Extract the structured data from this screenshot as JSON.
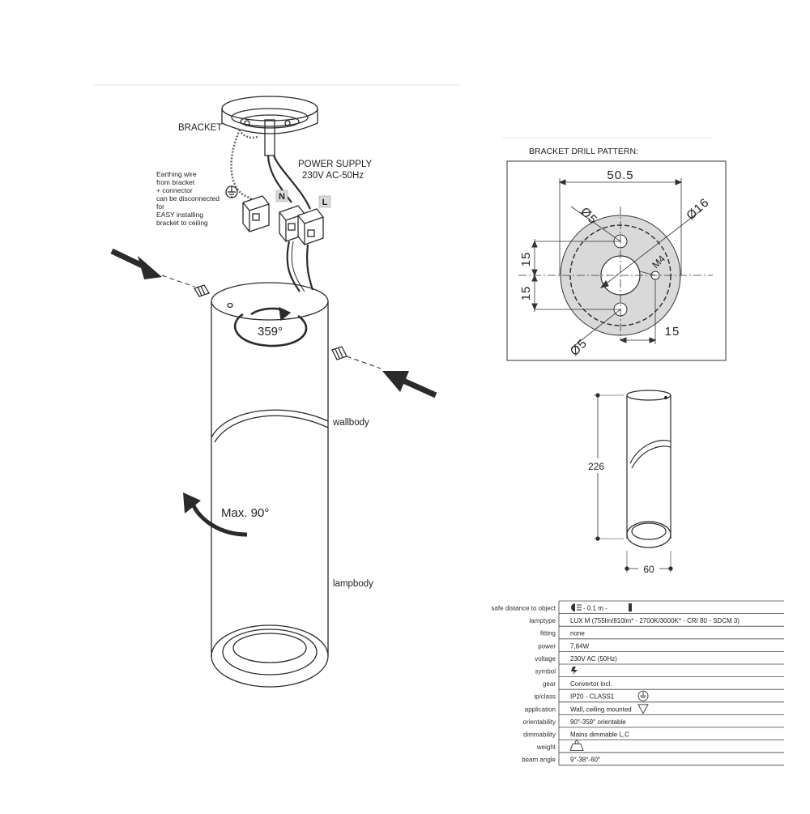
{
  "assembly": {
    "bracket_label": "BRACKET",
    "power_supply_line1": "POWER SUPPLY",
    "power_supply_line2": "230V AC-50Hz",
    "earthing_note": [
      "Earthing wire",
      "from bracket",
      "+ connector",
      "can be disconnected",
      "for",
      "EASY installing",
      "bracket to ceiling"
    ],
    "neutral_tag": "N",
    "live_tag": "L",
    "rotation_label": "359°",
    "tilt_label": "Max. 90°",
    "wallbody_label": "wallbody",
    "lampbody_label": "lampbody"
  },
  "drill_pattern": {
    "title": "BRACKET DRILL PATTERN:",
    "dim_width": "50.5",
    "dim_hole_top": "Ø5",
    "dim_hole_bottom": "Ø5",
    "dim_center": "Ø16",
    "dim_thread": "M4",
    "dim_upper": "15",
    "dim_lower": "15",
    "dim_right": "15"
  },
  "product_dims": {
    "height": "226",
    "diameter": "60"
  },
  "specs": {
    "rows": [
      {
        "key": "safe distance to object",
        "value": " - 0.1 m - ",
        "icon": "safe-distance-icon"
      },
      {
        "key": "lamptype",
        "value": "LUX M (755lm/810lm* - 2700K/3000K* - CRI 80 - SDCM 3)",
        "icon": ""
      },
      {
        "key": "fitting",
        "value": "none",
        "icon": ""
      },
      {
        "key": "power",
        "value": "7,84W",
        "icon": ""
      },
      {
        "key": "voltage",
        "value": "230V AC (50Hz)",
        "icon": ""
      },
      {
        "key": "symbol",
        "value": "",
        "icon": "flash-icon"
      },
      {
        "key": "gear",
        "value": "Convertor incl.",
        "icon": ""
      },
      {
        "key": "ip/class",
        "value": "IP20 - CLASS1",
        "icon": "earth-icon"
      },
      {
        "key": "application",
        "value": "Wall, ceiling mounted",
        "icon": "triangle-mount-icon"
      },
      {
        "key": "orientability",
        "value": "90°-359° orientable",
        "icon": ""
      },
      {
        "key": "dimmability",
        "value": "Mains dimmable L,C",
        "icon": ""
      },
      {
        "key": "weight",
        "value": "",
        "icon": "weight-icon"
      },
      {
        "key": "beam angle",
        "value": "9°-38°-60°",
        "icon": ""
      }
    ]
  },
  "colors": {
    "line": "#2b2b2b",
    "arrow": "#2b2b2b",
    "tag_bg": "#d9d9d9"
  }
}
